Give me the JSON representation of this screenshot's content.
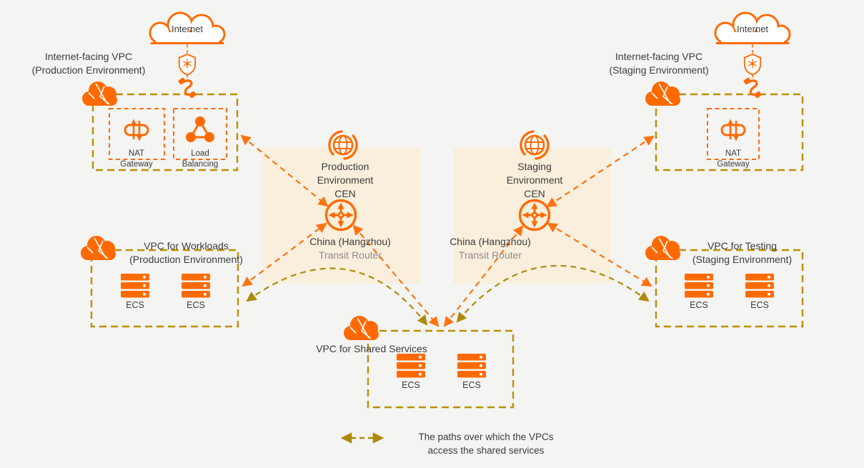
{
  "clouds": {
    "left_internet": "Internet",
    "right_internet": "Internet"
  },
  "vpc": {
    "prod_internet": {
      "title": [
        "Internet-facing VPC",
        "(Production Environment)"
      ],
      "nat": [
        "NAT",
        "Gateway"
      ],
      "lb": [
        "Load",
        "Balancing"
      ]
    },
    "stag_internet": {
      "title": [
        "Internet-facing VPC",
        "(Staging Environment)"
      ],
      "nat": [
        "NAT",
        "Gateway"
      ]
    },
    "workloads": {
      "title": [
        "VPC for Workloads",
        "(Production Environment)"
      ],
      "ecs": [
        "ECS",
        "ECS"
      ]
    },
    "testing": {
      "title": [
        "VPC for Testing",
        "(Staging Environment)"
      ],
      "ecs": [
        "ECS",
        "ECS"
      ]
    },
    "shared": {
      "title": "VPC for Shared Services",
      "ecs": [
        "ECS",
        "ECS"
      ]
    }
  },
  "cen": {
    "production": {
      "title": [
        "Production",
        "Environment",
        "CEN"
      ],
      "router": [
        "China (Hangzhou)",
        "Transit Router"
      ]
    },
    "staging": {
      "title": [
        "Staging",
        "Environment",
        "CEN"
      ],
      "router": [
        "China (Hangzhou)",
        "Transit Router"
      ]
    }
  },
  "legend": {
    "line1": "The paths over which the VPCs",
    "line2": "access the shared services"
  },
  "colors": {
    "orange": "#ff6a00",
    "orange_arrow": "#ff7312",
    "olive_arrow": "#ad8a0b",
    "olive_border": "#bd8e04",
    "beige": "#f9efdc",
    "background": "#f4f4f3",
    "text": "#3c3c3c",
    "subtext": "#8d8d8d"
  }
}
